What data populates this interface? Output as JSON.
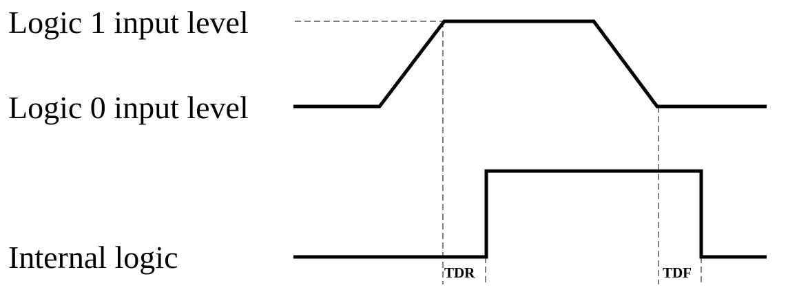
{
  "labels": {
    "logic1": "Logic 1 input level",
    "logic0": "Logic 0 input level",
    "internal": "Internal logic"
  },
  "timing": {
    "rise_delay": "TDR",
    "fall_delay": "TDF"
  },
  "colors": {
    "line": "#000000",
    "background": "#ffffff"
  }
}
